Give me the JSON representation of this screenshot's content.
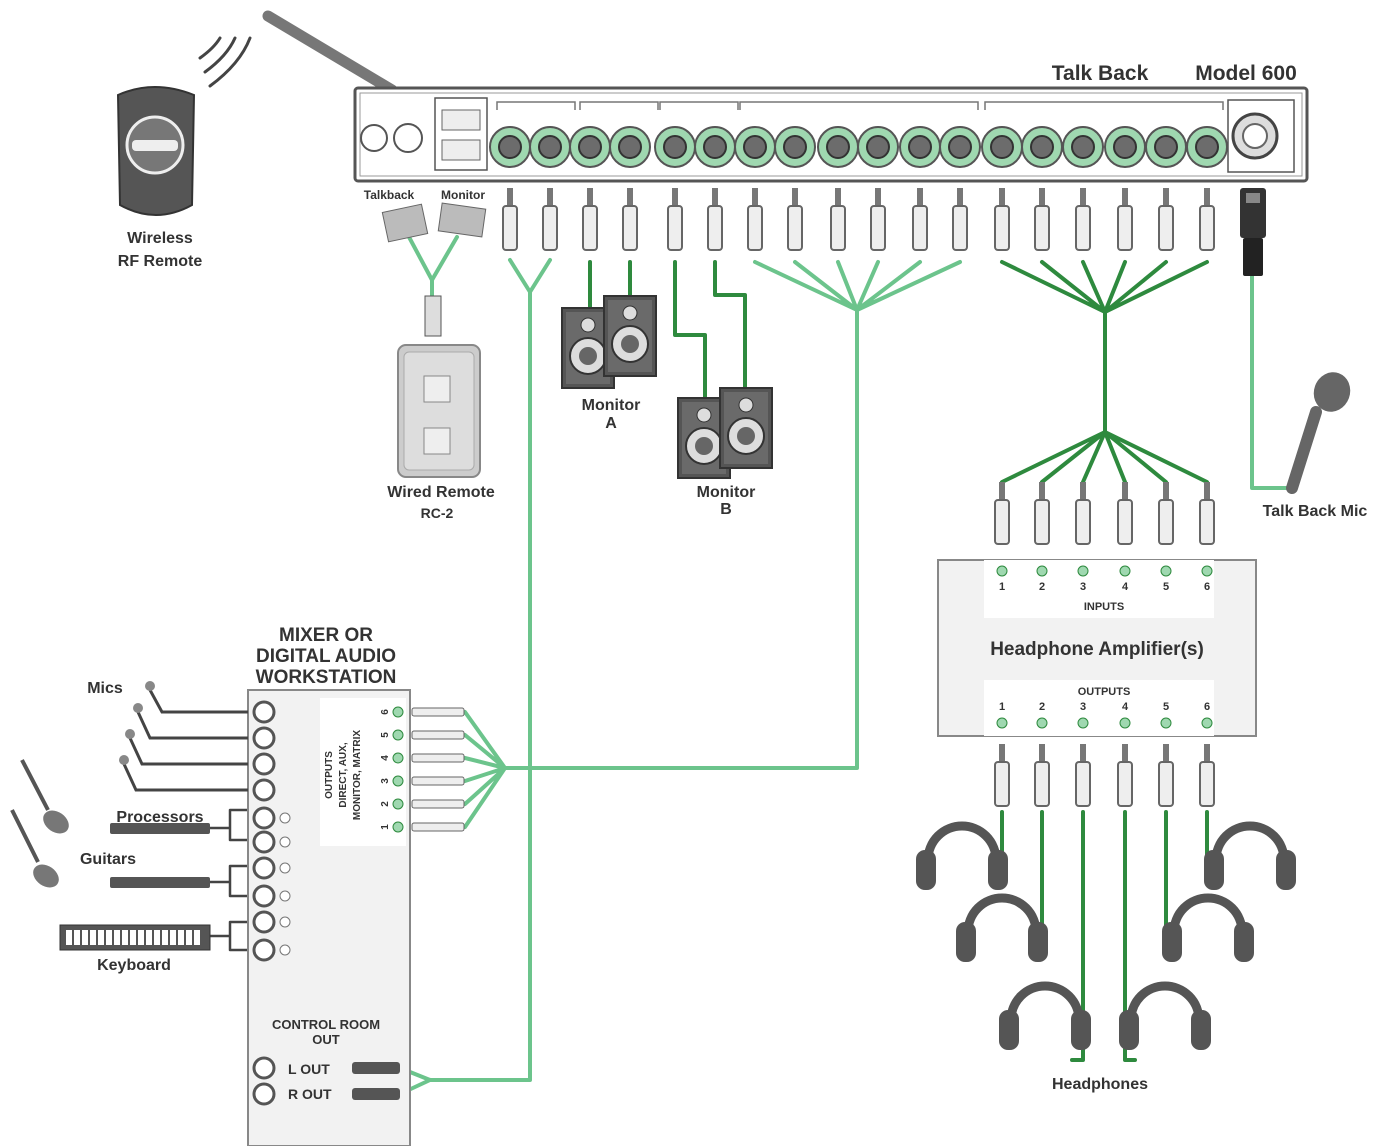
{
  "header": {
    "talkback_title": "Talk Back",
    "model_title": "Model 600"
  },
  "remote": {
    "wireless_line1": "Wireless",
    "wireless_line2": "RF Remote",
    "talkback_label": "Talkback",
    "monitor_label": "Monitor",
    "wired_line1": "Wired Remote",
    "wired_line2": "RC-2"
  },
  "monitors": {
    "a_line1": "Monitor",
    "a_line2": "A",
    "b_line1": "Monitor",
    "b_line2": "B"
  },
  "mixer": {
    "title_line1": "MIXER OR",
    "title_line2": "DIGITAL AUDIO",
    "title_line3": "WORKSTATION",
    "outputs_line1": "OUTPUTS",
    "outputs_line2": "DIRECT, AUX,",
    "outputs_line3": "MONITOR, MATRIX",
    "output_numbers": [
      "6",
      "5",
      "4",
      "3",
      "2",
      "1"
    ],
    "control_room_line1": "CONTROL ROOM",
    "control_room_line2": "OUT",
    "l_out": "L OUT",
    "r_out": "R OUT"
  },
  "sources": {
    "mics": "Mics",
    "processors": "Processors",
    "guitars": "Guitars",
    "keyboard": "Keyboard"
  },
  "headphone_amp": {
    "title": "Headphone Amplifier(s)",
    "inputs_label": "INPUTS",
    "outputs_label": "OUTPUTS",
    "numbers": [
      "1",
      "2",
      "3",
      "4",
      "5",
      "6"
    ]
  },
  "talkback_mic": "Talk Back Mic",
  "headphones": "Headphones",
  "colors": {
    "cable_light": "#6cc48c",
    "cable_dark": "#2e8a3e",
    "device_gray": "#555555",
    "panel_fill": "#f2f2f2"
  }
}
